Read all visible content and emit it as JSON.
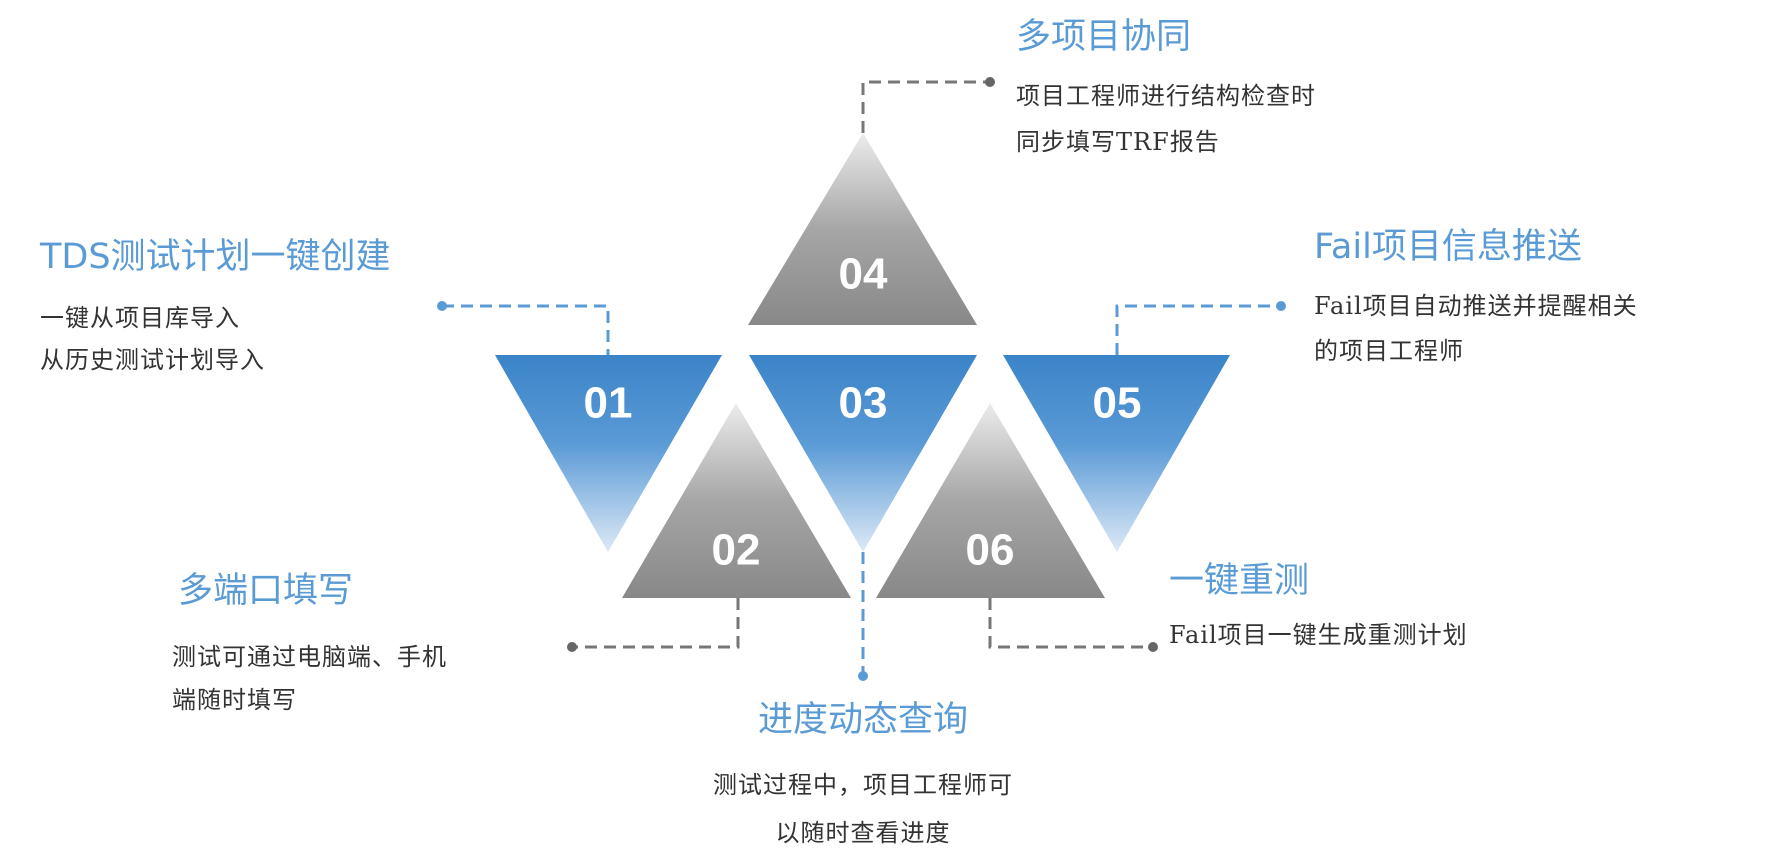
{
  "colors": {
    "blue": "#3d85c8",
    "gray": "#7f7f7f",
    "title": "#5b9bd5"
  },
  "items": [
    {
      "num": "01",
      "title": "TDS测试计划一键创建",
      "lines": [
        "一键从项目库导入",
        "从历史测试计划导入"
      ]
    },
    {
      "num": "02",
      "title": "多端口填写",
      "lines": [
        "测试可通过电脑端、手机",
        "端随时填写"
      ]
    },
    {
      "num": "03",
      "title": "进度动态查询",
      "lines": [
        "测试过程中，项目工程师可",
        "以随时查看进度"
      ]
    },
    {
      "num": "04",
      "title": "多项目协同",
      "lines": [
        "项目工程师进行结构检查时",
        "同步填写TRF报告"
      ]
    },
    {
      "num": "05",
      "title": "Fail项目信息推送",
      "lines": [
        "Fail项目自动推送并提醒相关",
        "的项目工程师"
      ]
    },
    {
      "num": "06",
      "title": "一键重测",
      "lines": [
        "Fail项目一键生成重测计划"
      ]
    }
  ]
}
